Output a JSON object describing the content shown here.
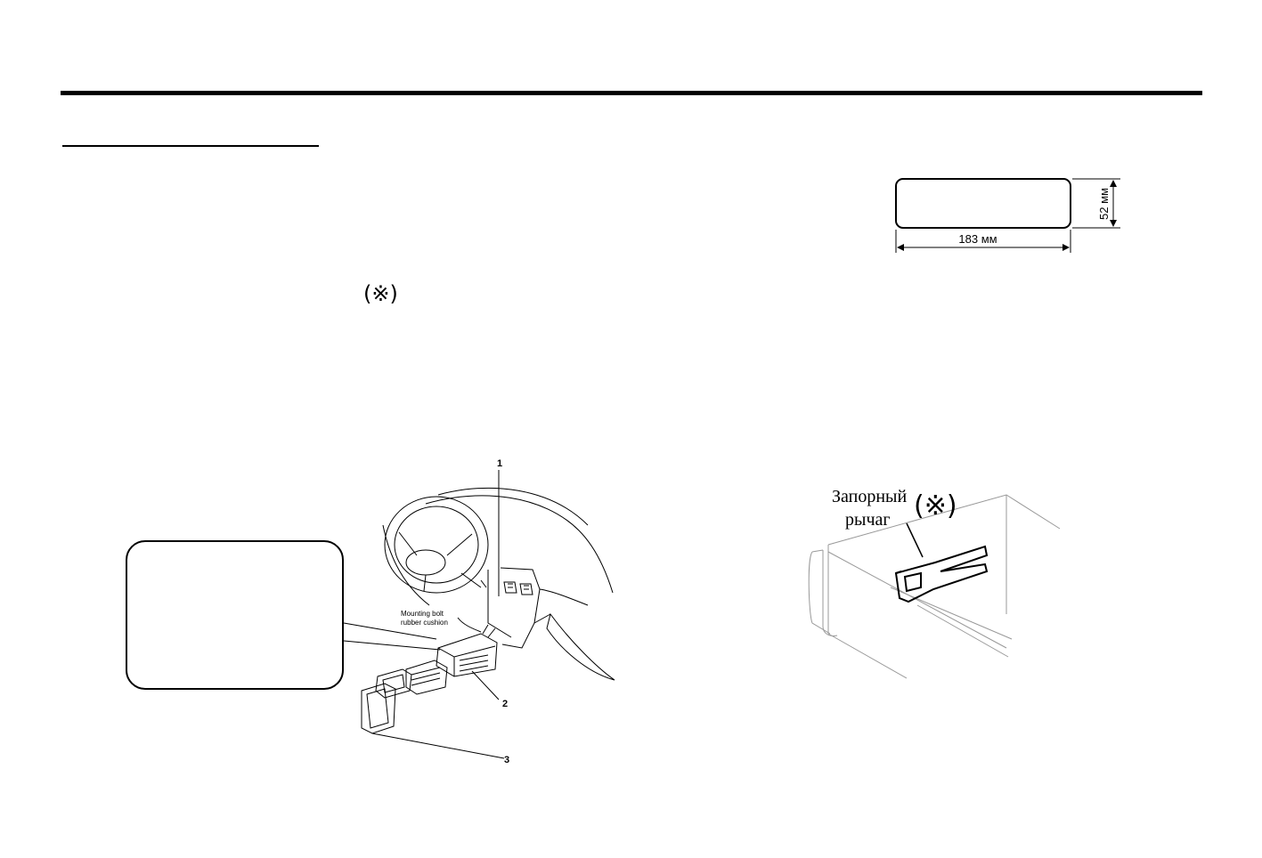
{
  "section_mark": "(※)",
  "dimensions": {
    "width_label": "183 мм",
    "height_label": "52 мм"
  },
  "install_figure": {
    "callout_1": "1",
    "callout_2": "2",
    "callout_3": "3",
    "mounting_label_line1": "Mounting bolt",
    "mounting_label_line2": "rubber cushion"
  },
  "lever_figure": {
    "label_line1": "Запорный",
    "label_line2": "рычаг",
    "mark": "(※)"
  }
}
